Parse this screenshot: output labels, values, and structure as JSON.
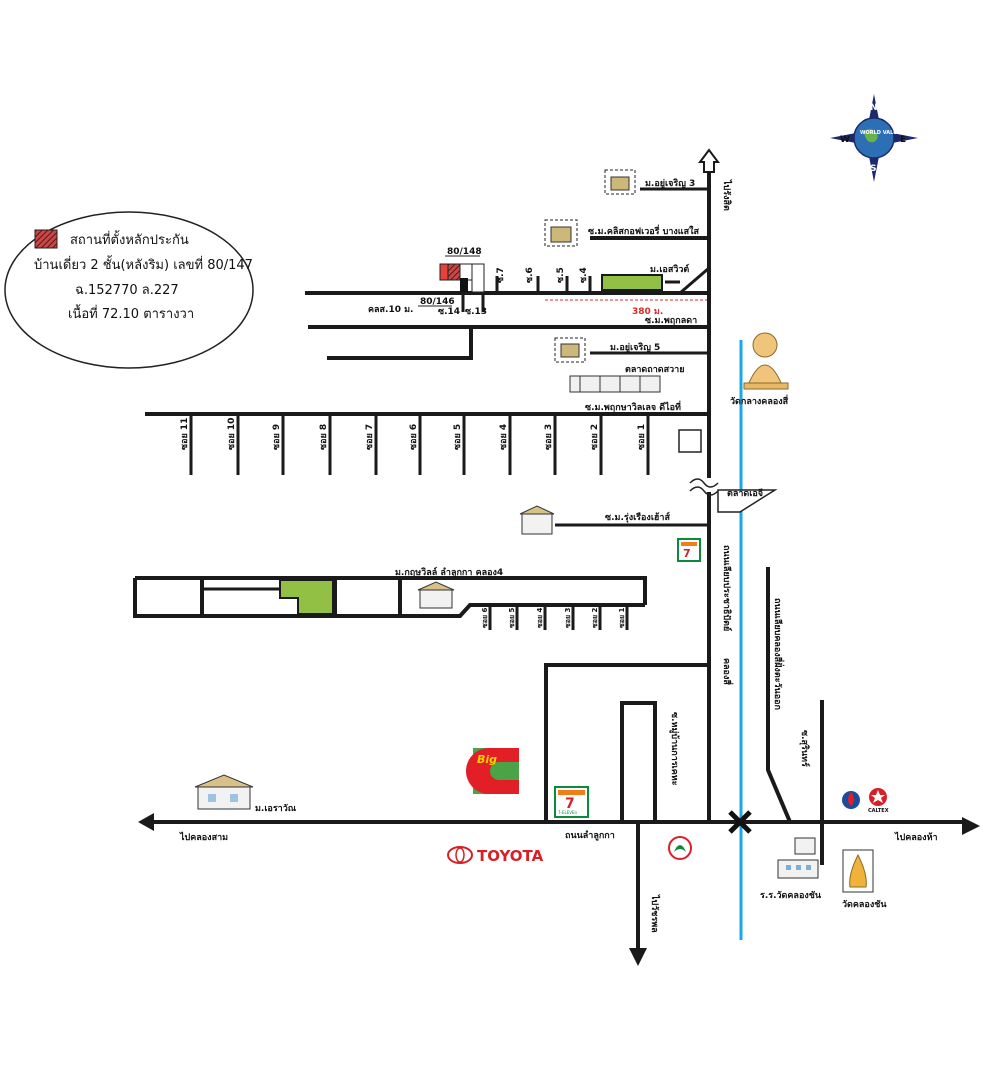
{
  "legend": {
    "line1": "สถานที่ตั้งหลักประกัน",
    "line2": "บ้านเดี่ยว 2 ชั้น(หลังริม) เลขที่ 80/147",
    "line3": "ฉ.152770 ล.227",
    "line4": "เนื้อที่ 72.10 ตารางวา",
    "swatch_color": "#8b2a2a"
  },
  "compass": {
    "n": "N",
    "e": "E",
    "s": "S",
    "w": "W",
    "ring_text": "WORLD VALUATION"
  },
  "labels": {
    "to_rangsit": "ไปรังสิต",
    "m_ayuchern3": "ม.อยู่เจริญ 3",
    "soi_m_classic": "ซ.ม.คลิสกอฟเวอรี่ บางแสใส",
    "m_asawin": "ม.เอสวิวต์",
    "house_80_148": "80/148",
    "house_80_146": "80/146",
    "khlong10": "คลส.10 ม.",
    "soi14": "ซ.14",
    "soi13": "ซ.13",
    "soi7": "ซ.7",
    "soi6": "ซ.6",
    "soi5": "ซ.5",
    "soi4": "ซ.4",
    "dist_380": "380 ม.",
    "soi_m_phruksa": "ซ.ม.พฤกลดา",
    "m_ayuchern5": "ม.อยู่เจริญ 5",
    "market_name": "ตลาดถาดสวาย",
    "soi_m_phruksa_ville": "ซ.ม.พฤกษาวิลเลจ ดีไอที่",
    "wat_khlong4": "วัดกลางคลองสี่",
    "market_ag": "ตลาดเอจี",
    "soi_m_rungrueang": "ซ.ม.รุ่งเรืองเฮ้าส์",
    "road_prachathipat": "ถนนเลียบประชาธิปัตย์",
    "m_kritsada": "ม.กฤษวิลล์ ลำลูกกา คลอง4",
    "khlong4": "คลองสี่",
    "road_khlong4_side": "ถนนเลียบคลองสี่ฝั่งตะวันออก",
    "soi_village": "ซ.หมู่บ้านการเคหะ",
    "soi_surin": "ซ.สุรินทร์",
    "m_erawan": "ม.เอราวัณ",
    "road_lamlukka": "ถนนลำลูกกา",
    "to_khlong3": "ไปคลองสาม",
    "to_khlong5": "ไปคลองห้า",
    "to_wiwat": "ไปวัชรพล",
    "school": "ร.ร.วัดคลองชัน",
    "wat_khlongchan": "วัดคลองชัน",
    "toyota": "TOYOTA",
    "caltex": "CALTEX",
    "seven_eleven": "7-ELEVEn",
    "big_c": "Big"
  },
  "upper_sois": [
    "ซอย 11",
    "ซอย 10",
    "ซอย 9",
    "ซอย 8",
    "ซอย 7",
    "ซอย 6",
    "ซอย 5",
    "ซอย 4",
    "ซอย 3",
    "ซอย 2",
    "ซอย 1"
  ],
  "lower_sois": [
    "ซอย 6",
    "ซอย 5",
    "ซอย 4",
    "ซอย 3",
    "ซอย 2",
    "ซอย 1"
  ],
  "colors": {
    "road": "#1a1a1a",
    "water": "#1aa7e8",
    "green_plot": "#92c045",
    "subject_plot": "#e8403a",
    "distance": "#d92b2b",
    "toyota": "#d81f26",
    "seven_green": "#0a8a3a",
    "seven_orange": "#f07c1a"
  }
}
